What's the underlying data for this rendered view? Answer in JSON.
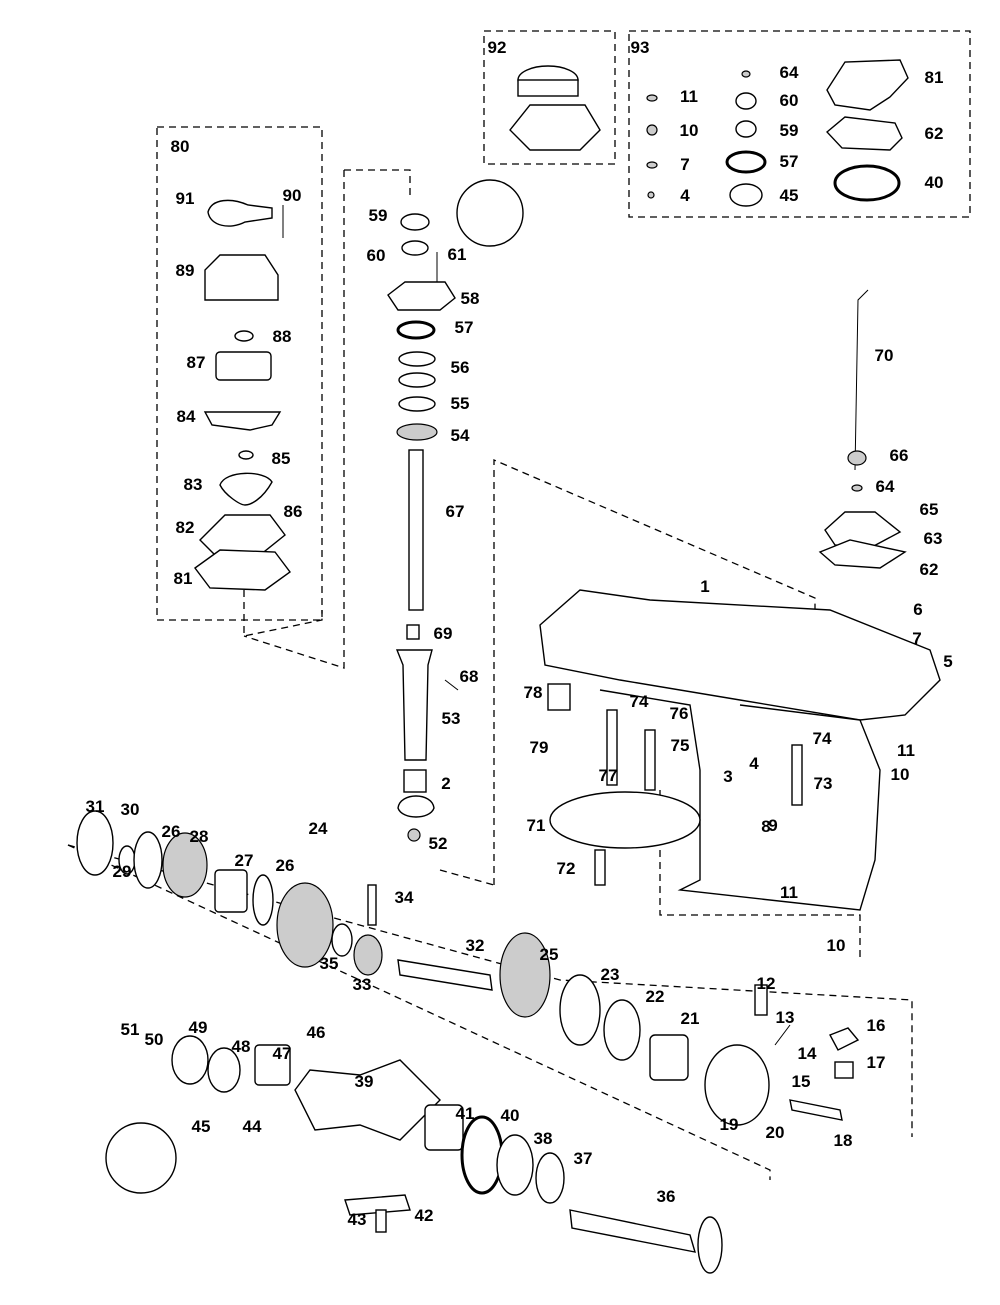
{
  "diagram": {
    "title": "",
    "callouts": [
      "92",
      "93",
      "64",
      "81",
      "11",
      "60",
      "10",
      "59",
      "62",
      "7",
      "57",
      "40",
      "4",
      "45",
      "80",
      "91",
      "90",
      "89",
      "88",
      "87",
      "84",
      "85",
      "83",
      "86",
      "82",
      "81",
      "59",
      "60",
      "61",
      "58",
      "57",
      "56",
      "55",
      "54",
      "67",
      "69",
      "68",
      "53",
      "2",
      "24",
      "52",
      "70",
      "66",
      "64",
      "65",
      "63",
      "62",
      "6",
      "7",
      "5",
      "1",
      "78",
      "74",
      "76",
      "79",
      "75",
      "74",
      "11",
      "4",
      "3",
      "73",
      "10",
      "77",
      "71",
      "8",
      "9",
      "72",
      "11",
      "10",
      "31",
      "30",
      "26",
      "28",
      "29",
      "27",
      "26",
      "34",
      "35",
      "33",
      "32",
      "25",
      "23",
      "22",
      "21",
      "12",
      "13",
      "16",
      "14",
      "15",
      "17",
      "19",
      "20",
      "18",
      "51",
      "49",
      "50",
      "48",
      "47",
      "46",
      "39",
      "45",
      "44",
      "41",
      "40",
      "38",
      "37",
      "36",
      "42",
      "43"
    ]
  }
}
